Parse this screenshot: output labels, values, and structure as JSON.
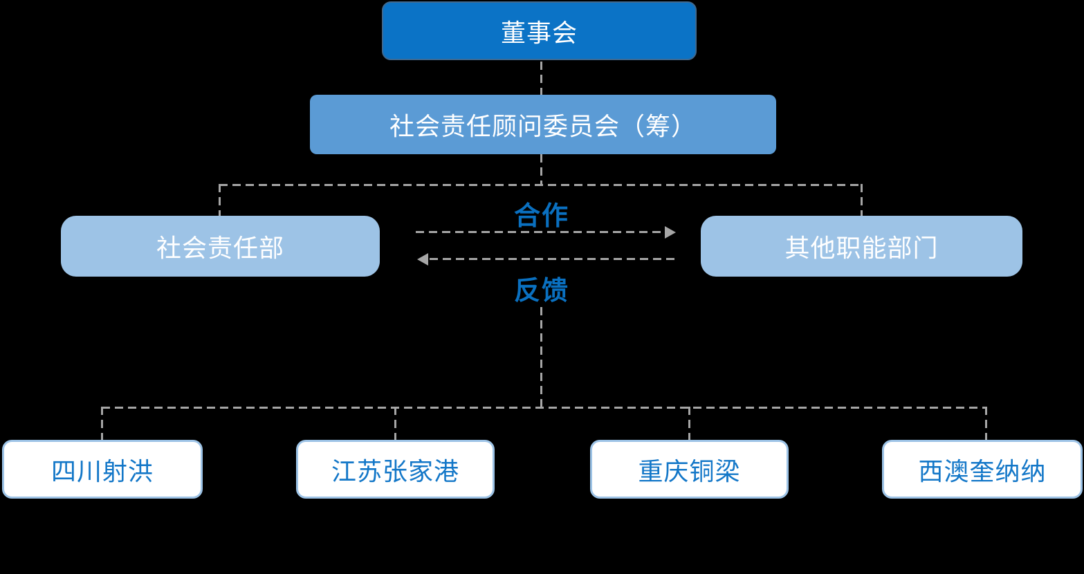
{
  "colors": {
    "background": "#000000",
    "level1_fill": "#0b73c6",
    "level1_border": "#3f6990",
    "level2_fill": "#5b9bd5",
    "level3_fill": "#9dc3e6",
    "site_fill": "#ffffff",
    "site_border": "#9dc3e6",
    "site_text": "#1377c8",
    "label_text": "#0a70c0",
    "box_text": "#ffffff",
    "connector": "#a6a6a6"
  },
  "org": {
    "level1": {
      "label": "董事会"
    },
    "level2": {
      "label": "社会责任顾问委员会（筹）"
    },
    "level3": {
      "left": {
        "label": "社会责任部"
      },
      "right": {
        "label": "其他职能部门"
      }
    },
    "relation": {
      "cooperation": "合作",
      "feedback": "反馈"
    },
    "sites": [
      {
        "label": "四川射洪"
      },
      {
        "label": "江苏张家港"
      },
      {
        "label": "重庆铜梁"
      },
      {
        "label": "西澳奎纳纳"
      }
    ]
  }
}
